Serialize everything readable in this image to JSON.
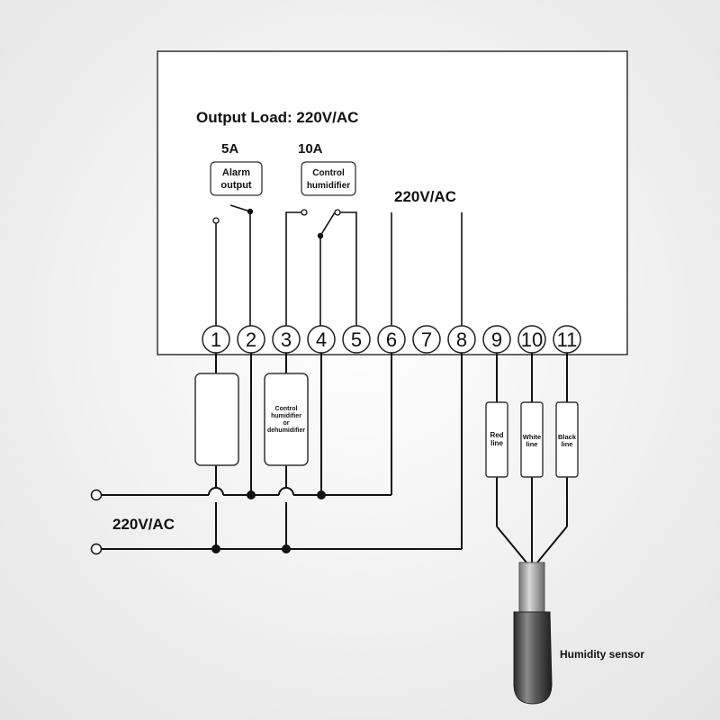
{
  "output_load_title": "Output Load: 220V/AC",
  "alarm": {
    "current": "5A",
    "line1": "Alarm",
    "line2": "output"
  },
  "control": {
    "current": "10A",
    "line1": "Control",
    "line2": "humidifier"
  },
  "supply_inner": "220V/AC",
  "supply_outer": "220V/AC",
  "terminals": [
    "1",
    "2",
    "3",
    "4",
    "5",
    "6",
    "7",
    "8",
    "9",
    "10",
    "11"
  ],
  "load2": {
    "line1": "Control",
    "line2": "humidifier",
    "line3": "or",
    "line4": "dehumidifier"
  },
  "wires": [
    {
      "line1": "Red",
      "line2": "line"
    },
    {
      "line1": "White",
      "line2": "line"
    },
    {
      "line1": "Black",
      "line2": "line"
    }
  ],
  "sensor_label": "Humidity sensor",
  "colors": {
    "line": "#111111",
    "box_fill": "#ffffff",
    "background": "#f2f2f2",
    "sensor_body": "#4a4a4a"
  }
}
